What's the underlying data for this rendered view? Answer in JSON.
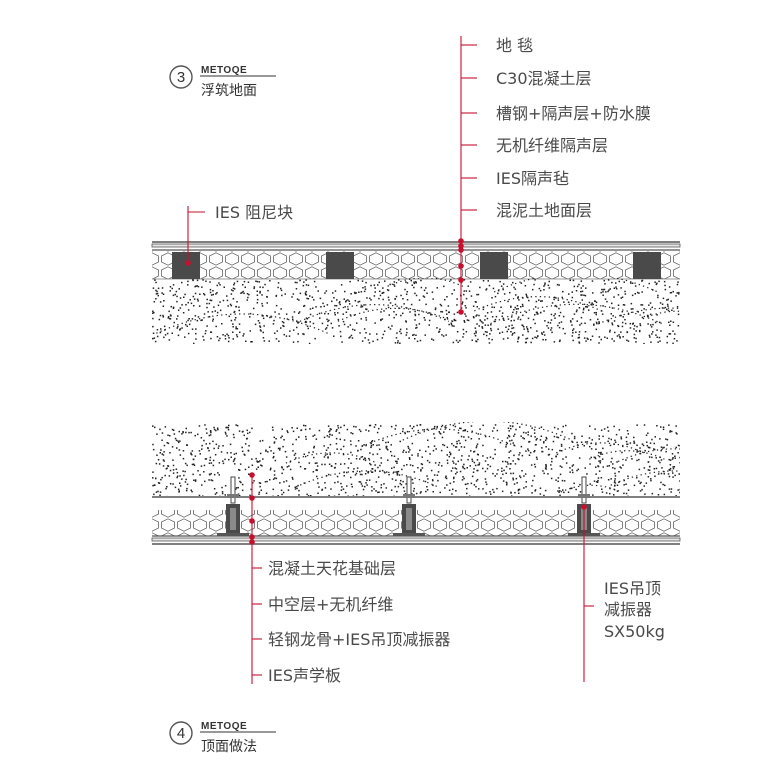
{
  "detail_top": {
    "number": "3",
    "brand": "METOQE",
    "subtitle": "浮筑地面",
    "layer_labels": [
      "地 毯",
      "C30混凝土层",
      "槽钢+隔声层+防水膜",
      "无机纤维隔声层",
      "IES隔声毡",
      "混泥土地面层"
    ],
    "damper_label": "IES 阻尼块"
  },
  "detail_bottom": {
    "number": "4",
    "brand": "METOQE",
    "subtitle": "顶面做法",
    "layer_labels": [
      "混凝土天花基础层",
      "中空层+无机纤维",
      "轻钢龙骨+IES吊顶减振器",
      "IES声学板"
    ],
    "hanger_label_lines": [
      "IES吊顶",
      "减振器",
      "SX50kg"
    ]
  },
  "colors": {
    "accent_red": "#c8102e",
    "block_gray": "#4a4a4a",
    "line_gray": "#555555",
    "text_gray": "#4a4a4a"
  }
}
